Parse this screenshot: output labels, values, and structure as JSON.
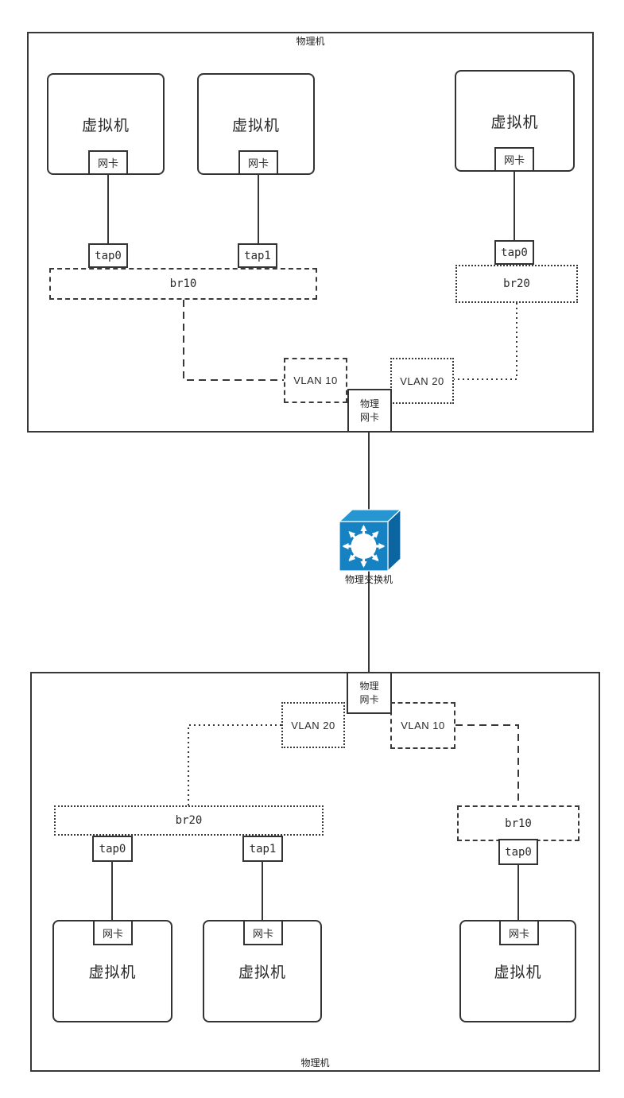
{
  "colors": {
    "line": "#383838",
    "switch_front": "#1682c2",
    "switch_top": "#2796d0",
    "switch_side": "#0a65a0",
    "switch_glyph": "#ffffff"
  },
  "host_top": {
    "label": "物理机",
    "vm1_label": "虚拟机",
    "vm1_nic": "网卡",
    "vm2_label": "虚拟机",
    "vm2_nic": "网卡",
    "vm3_label": "虚拟机",
    "vm3_nic": "网卡",
    "tap1": "tap0",
    "tap2": "tap1",
    "tap3": "tap0",
    "bridge_left": "br10",
    "bridge_right": "br20",
    "vlan_left": "VLAN 10",
    "vlan_right": "VLAN 20",
    "pnic_line1": "物理",
    "pnic_line2": "网卡"
  },
  "switch": {
    "label": "物理交换机"
  },
  "host_bottom": {
    "label": "物理机",
    "vm1_label": "虚拟机",
    "vm1_nic": "网卡",
    "vm2_label": "虚拟机",
    "vm2_nic": "网卡",
    "vm3_label": "虚拟机",
    "vm3_nic": "网卡",
    "tap1": "tap0",
    "tap2": "tap1",
    "tap3": "tap0",
    "bridge_left": "br20",
    "bridge_right": "br10",
    "vlan_left": "VLAN 20",
    "vlan_right": "VLAN 10",
    "pnic_line1": "物理",
    "pnic_line2": "网卡"
  }
}
